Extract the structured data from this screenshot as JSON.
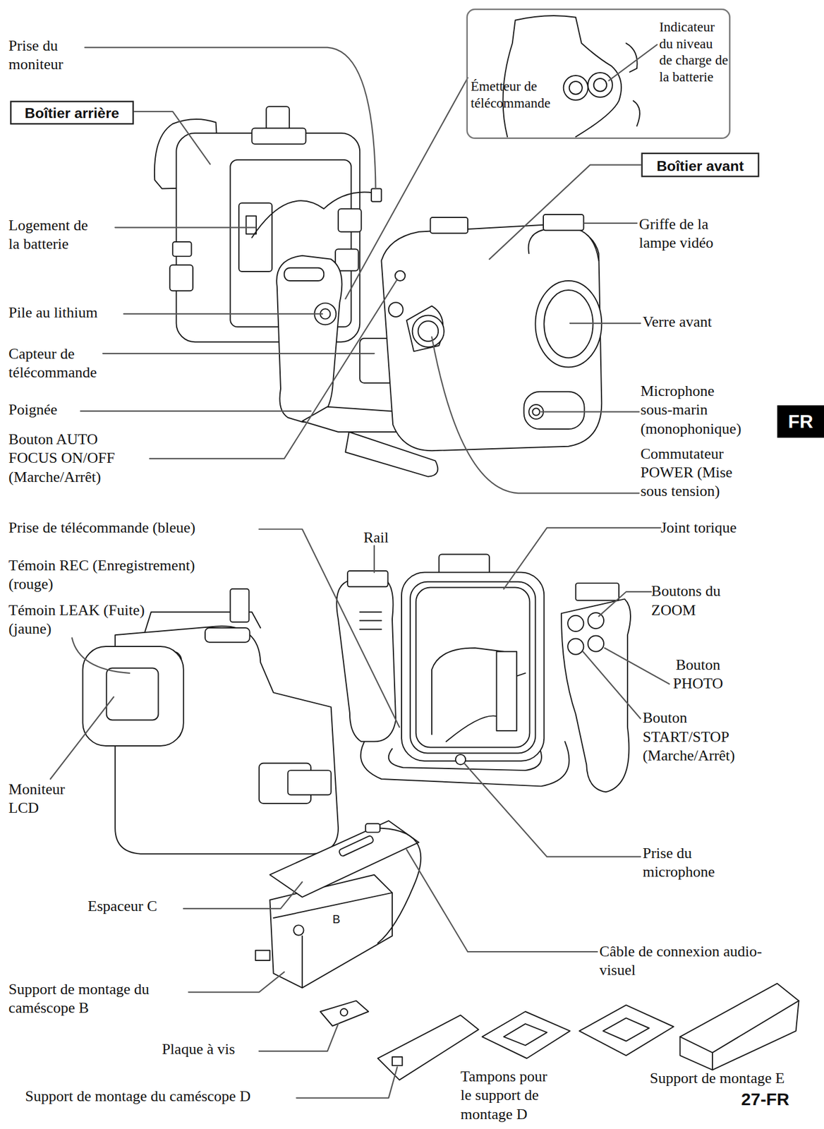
{
  "diagram": {
    "nodes": [
      {
        "text": [
          "Émetteur de télécommande",
          "Indicateur du niveau de charge de la batterie"
        ]
      },
      {
        "text": [
          "Boîtier arrière"
        ]
      },
      {
        "text": [
          "Boîtier avant"
        ]
      },
      {
        "text": [
          "FR"
        ]
      }
    ],
    "labels": [
      "Prise du moniteur",
      "Logement de la batterie",
      "Griffe de la lampe vidéo",
      "Pile au lithium",
      "Verre avant",
      "Capteur de télécommande",
      "Microphone sous-marin (monophonique)",
      "Poignée",
      "Bouton AUTO FOCUS ON/OFF (Marche/Arrêt)",
      "Commutateur POWER (Mise sous tension)",
      "Prise de télécommande (bleue)",
      "Rail",
      "Joint torique",
      "Témoin REC (Enregistrement) (rouge)",
      "Témoin LEAK (Fuite) (jaune)",
      "Boutons du ZOOM",
      "Bouton PHOTO",
      "Bouton START/STOP (Marche/Arrêt)",
      "Moniteur LCD",
      "Prise du microphone",
      "Espaceur C",
      "B",
      "Câble de connexion audio-visuel",
      "Support de montage du caméscope B",
      "Plaque à vis",
      "Support de montage du caméscope D",
      "Tampons pour le support de montage D",
      "Support de montage E",
      "27-FR"
    ]
  }
}
